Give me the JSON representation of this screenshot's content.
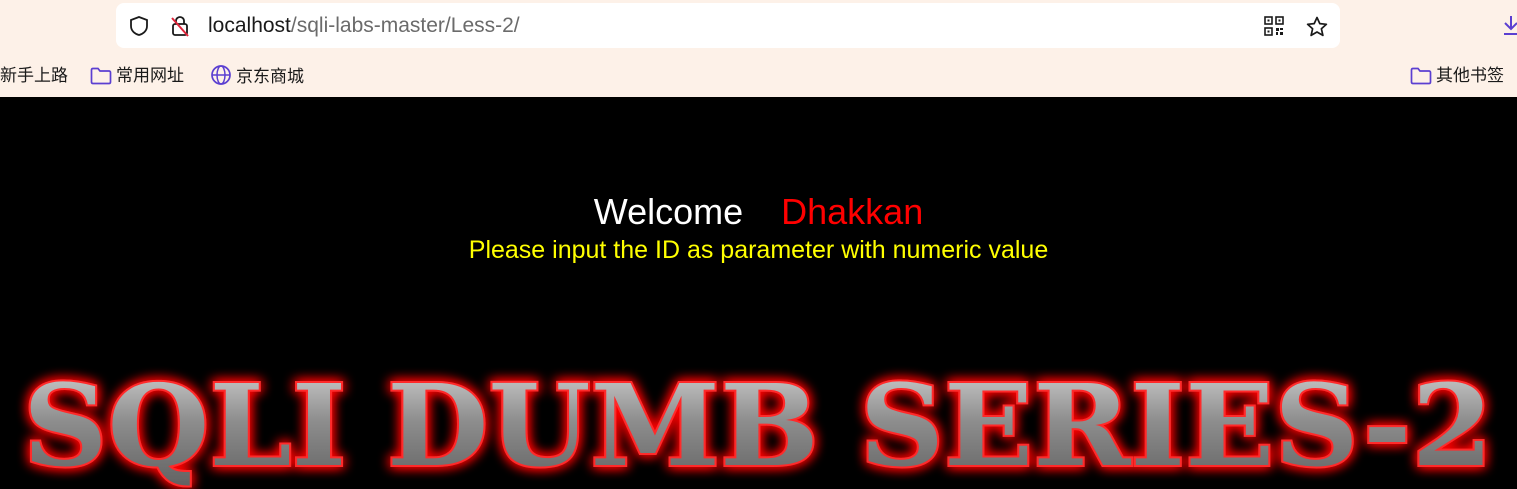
{
  "browser": {
    "url_host": "localhost",
    "url_path": "/sqli-labs-master/Less-2/",
    "bookmarks": [
      {
        "label": "新手上路",
        "icon": "none"
      },
      {
        "label": "常用网址",
        "icon": "folder-icon"
      },
      {
        "label": "京东商城",
        "icon": "globe-icon"
      }
    ],
    "other_bookmarks": {
      "label": "其他书签",
      "icon": "folder-icon"
    }
  },
  "page": {
    "welcome": "Welcome",
    "name": "Dhakkan",
    "instruction": "Please input the ID as parameter with numeric value",
    "banner_text": "SQLI DUMB SERIES-2"
  },
  "colors": {
    "page_bg": "#000000",
    "welcome": "#ffffff",
    "name": "#ff0000",
    "instruction": "#ffff00",
    "banner_glow": "#ff0000",
    "banner_fill": "#9a9a9a",
    "accent": "#5b3fd1"
  }
}
